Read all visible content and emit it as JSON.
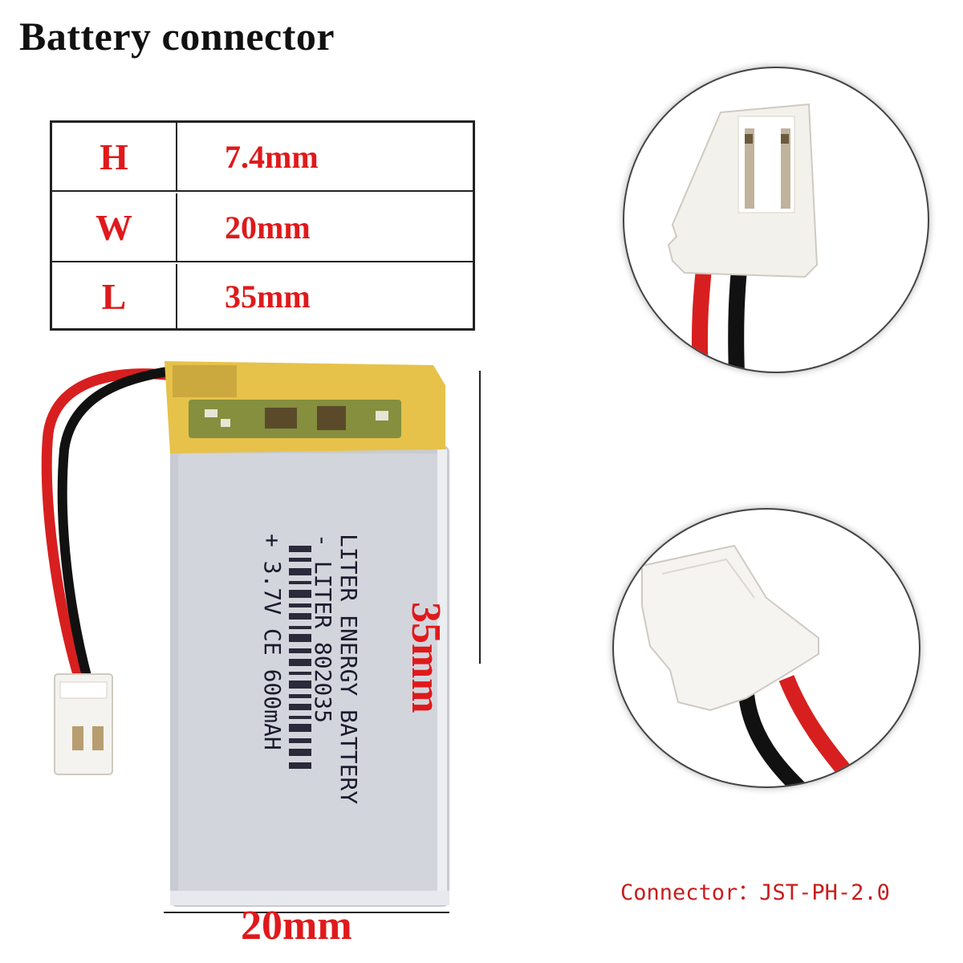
{
  "title": "Battery connector",
  "specs": [
    {
      "key": "H",
      "value": "7.4mm"
    },
    {
      "key": "W",
      "value": "20mm"
    },
    {
      "key": "L",
      "value": "35mm"
    }
  ],
  "dimensions": {
    "width_label": "20mm",
    "length_label": "35mm"
  },
  "connector_label": "Connector：JST-PH-2.0",
  "battery_label": {
    "line1": "LITER ENERGY BATTERY",
    "line2": "- LITER    802035",
    "line3": "+ 3.7V CE   600mAH"
  },
  "colors": {
    "accent_red": "#e0191b",
    "wire_red": "#d81f1f",
    "wire_black": "#111111",
    "cell_silver": "#c9cbd2",
    "tape_yellow": "#e6c24a"
  }
}
